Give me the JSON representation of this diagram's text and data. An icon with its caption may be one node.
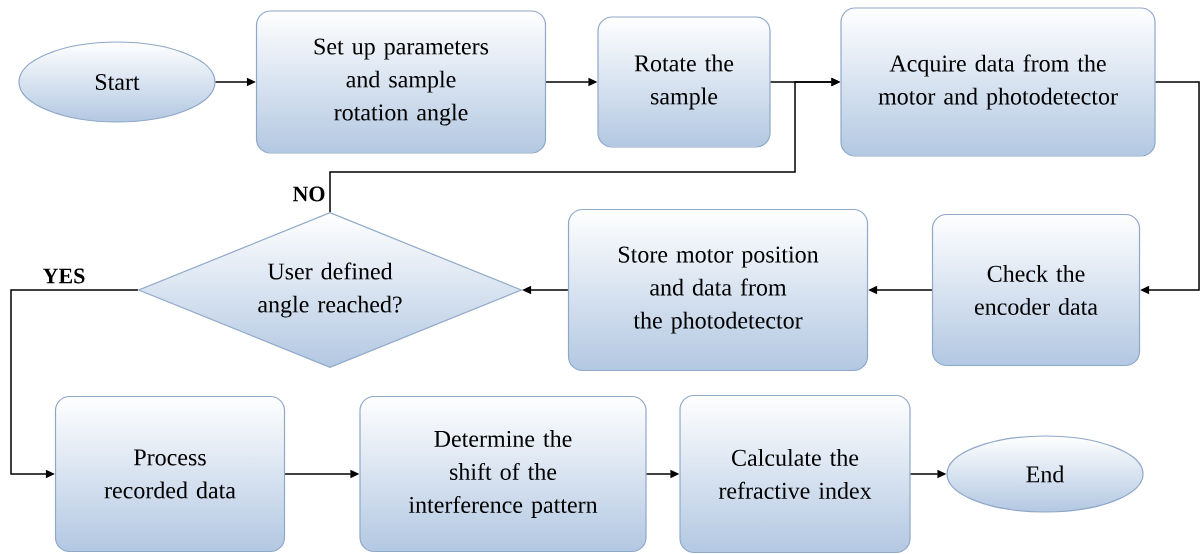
{
  "diagram": {
    "nodes": [
      {
        "text": [
          "Start"
        ]
      },
      {
        "text": [
          "Set up parameters and sample rotation angle"
        ]
      },
      {
        "text": [
          "Rotate the sample"
        ]
      },
      {
        "text": [
          "Acquire data from the motor and photodetector"
        ]
      },
      {
        "text": [
          "Check the encoder data"
        ]
      },
      {
        "text": [
          "Store motor position and data from the photodetector"
        ]
      },
      {
        "text": [
          "User defined angle reached?"
        ]
      },
      {
        "text": [
          "Process recorded data"
        ]
      },
      {
        "text": [
          "Determine the shift of the interference pattern"
        ]
      },
      {
        "text": [
          "Calculate the refractive index"
        ]
      },
      {
        "text": [
          "End"
        ]
      }
    ],
    "edges": [
      {
        "from": 0,
        "to": 1,
        "arrow": "to"
      },
      {
        "from": 1,
        "to": 2,
        "arrow": "to"
      },
      {
        "from": 2,
        "to": 3,
        "arrow": "to"
      },
      {
        "from": 3,
        "to": 4,
        "arrow": "to"
      },
      {
        "from": 4,
        "to": 5,
        "arrow": "to"
      },
      {
        "from": 5,
        "to": 6,
        "arrow": "to"
      },
      {
        "from": 6,
        "to": 3,
        "arrow": "to",
        "label": "NO"
      },
      {
        "from": 6,
        "to": 7,
        "arrow": "to",
        "label": "YES"
      },
      {
        "from": 7,
        "to": 8,
        "arrow": "to"
      },
      {
        "from": 8,
        "to": 9,
        "arrow": "to"
      },
      {
        "from": 9,
        "to": 10,
        "arrow": "to"
      }
    ]
  }
}
